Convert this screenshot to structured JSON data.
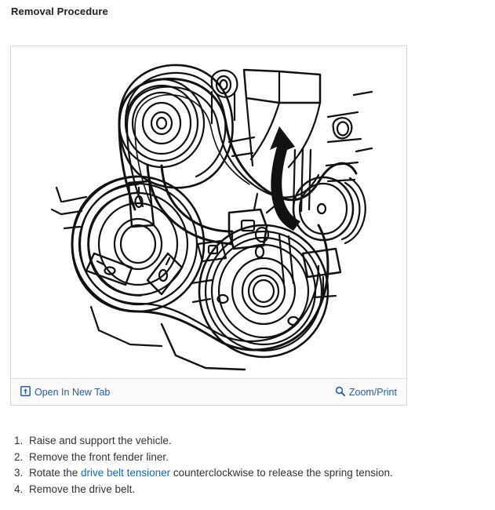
{
  "page": {
    "title": "Removal Procedure",
    "background_color": "#ffffff",
    "text_color": "#333333"
  },
  "figure": {
    "alt": "Serpentine drive belt routing diagram showing crankshaft pulley, belt tensioner, idler pulley and accessory pulleys with a curved rotation arrow",
    "border_color": "#d7d7d7",
    "toolbar": {
      "background_color": "#fbfbfb",
      "link_color": "#2a5ca8",
      "open_in_new_tab": {
        "label": "Open In New Tab",
        "icon": "open-in-new-tab-icon"
      },
      "zoom_print": {
        "label": "Zoom/Print",
        "icon": "magnifier-icon"
      }
    }
  },
  "steps": {
    "link_color": "#1766c0",
    "items": [
      {
        "num": "1.",
        "before": "Raise and support the vehicle.",
        "link": "",
        "after": ""
      },
      {
        "num": "2.",
        "before": "Remove the front fender liner.",
        "link": "",
        "after": ""
      },
      {
        "num": "3.",
        "before": "Rotate the ",
        "link": "drive belt tensioner",
        "after": " counterclockwise to release the spring tension."
      },
      {
        "num": "4.",
        "before": "Remove the drive belt.",
        "link": "",
        "after": ""
      }
    ]
  }
}
